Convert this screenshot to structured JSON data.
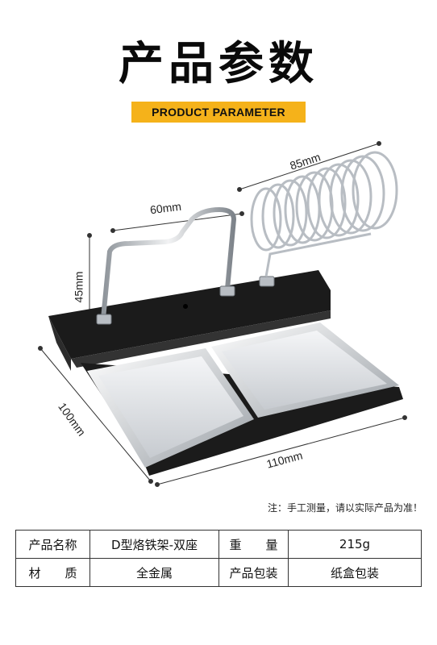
{
  "header": {
    "title": "产品参数",
    "subtitle": "PRODUCT PARAMETER"
  },
  "dimensions": {
    "width_85": "85mm",
    "width_60": "60mm",
    "height_45": "45mm",
    "depth_100": "100mm",
    "length_110": "110mm"
  },
  "note": "注：手工测量，请以实际产品为准！",
  "params_table": {
    "rows": [
      {
        "label1": "产品名称",
        "value1": "D型烙铁架-双座",
        "label2": "重　　量",
        "value2": "215g"
      },
      {
        "label1": "材　　质",
        "value1": "全金属",
        "label2": "产品包装",
        "value2": "纸盒包装"
      }
    ]
  },
  "colors": {
    "accent": "#f5b21a",
    "base_black": "#1b1b1b",
    "metal": "#c9cdd2"
  }
}
